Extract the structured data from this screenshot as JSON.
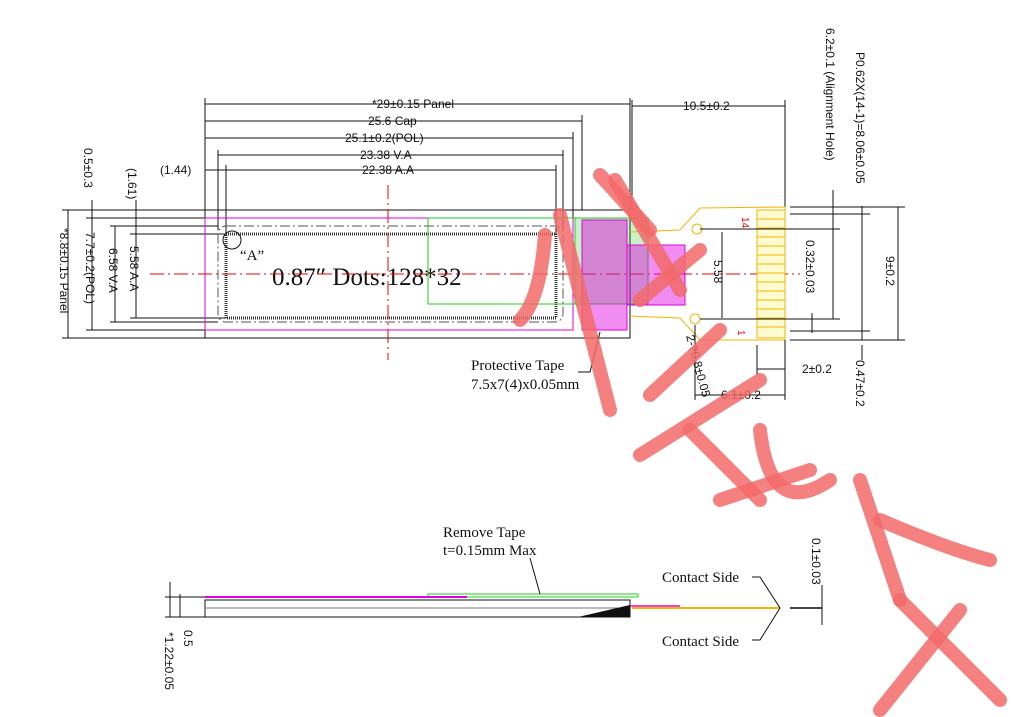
{
  "colors": {
    "outline": "#111111",
    "polarizer": "#e000e0",
    "fpc": "#f5b400",
    "tape": "#22cc22",
    "centerline": "#e00000",
    "watermark": "#f26a6a"
  },
  "top_dims": {
    "panel": "*29±0.15 Panel",
    "cap": "25.6 Cap",
    "pol": "25.1±0.2(POL)",
    "va": "23.38 V.A",
    "aa": "22.38 A.A",
    "offset_144": "(1.44)",
    "fpc_len": "10.5±0.2"
  },
  "left_dims": {
    "offset_05": "0.5±0.3",
    "offset_161": "(1.61)",
    "panel_h": "*8.8±0.15 Panel",
    "pol_h": "7.7±0.2(POL)",
    "va_h": "6.58 V.A",
    "aa_h": "5.58 A.A"
  },
  "display": {
    "title": "0.87″ Dots:128*32",
    "detail_marker": "“A”"
  },
  "fpc": {
    "pin_first": "1",
    "pin_last": "14",
    "hole_spacing": "5.58",
    "pin_width": "0.32±0.03",
    "pitch": "P0.62X(14-1)=8.06±0.05",
    "alignment": "6.2±0.1 (Alignment Hole)",
    "width": "9±0.2",
    "edge": "0.47±0.2",
    "contact_len": "2±0.2",
    "hole_to_end": "6.1±0.2",
    "hole_dia": "2-?0.8±0.05"
  },
  "tape": {
    "line1": "Protective Tape",
    "line2": "7.5x7(4)x0.05mm"
  },
  "side": {
    "remove1": "Remove Tape",
    "remove2": "t=0.15mm Max",
    "contact_top": "Contact Side",
    "contact_bottom": "Contact Side",
    "fpc_thk": "0.1±0.03",
    "glass": "0.5",
    "total": "*1.22±0.05"
  }
}
